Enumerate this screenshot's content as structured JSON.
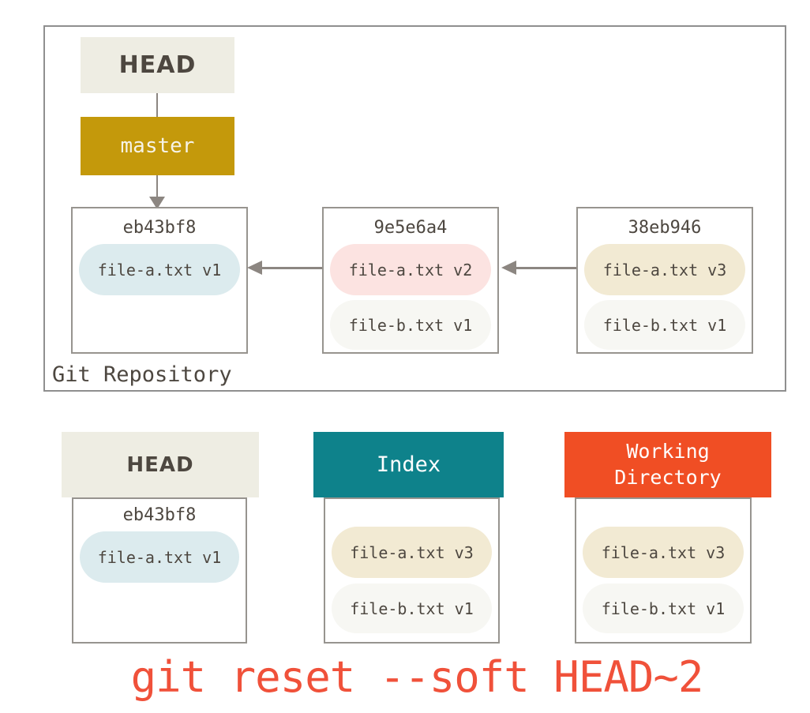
{
  "colors": {
    "accent_gold": "#c4990b",
    "accent_teal": "#0e828b",
    "accent_orange": "#f04e24",
    "command_red": "#f0513a",
    "cream": "#eeede3",
    "pill_blue": "#dcebee",
    "pill_pink": "#fce3e1",
    "pill_tan": "#f2ead3",
    "pill_gray": "#f7f7f3",
    "line_gray": "#8c8681",
    "text_dark": "#4d4740"
  },
  "repository": {
    "label": "Git Repository",
    "head_label": "HEAD",
    "branch_label": "master",
    "commits": [
      {
        "hash": "eb43bf8",
        "files": [
          {
            "label": "file-a.txt v1"
          }
        ]
      },
      {
        "hash": "9e5e6a4",
        "files": [
          {
            "label": "file-a.txt v2"
          },
          {
            "label": "file-b.txt v1"
          }
        ]
      },
      {
        "hash": "38eb946",
        "files": [
          {
            "label": "file-a.txt v3"
          },
          {
            "label": "file-b.txt v1"
          }
        ]
      }
    ]
  },
  "trees": [
    {
      "title": "HEAD",
      "hash": "eb43bf8",
      "files": [
        {
          "label": "file-a.txt v1"
        }
      ]
    },
    {
      "title": "Index",
      "files": [
        {
          "label": "file-a.txt v3"
        },
        {
          "label": "file-b.txt v1"
        }
      ]
    },
    {
      "title": "Working Directory",
      "files": [
        {
          "label": "file-a.txt v3"
        },
        {
          "label": "file-b.txt v1"
        }
      ]
    }
  ],
  "command": {
    "text": "git reset --soft HEAD~2"
  }
}
